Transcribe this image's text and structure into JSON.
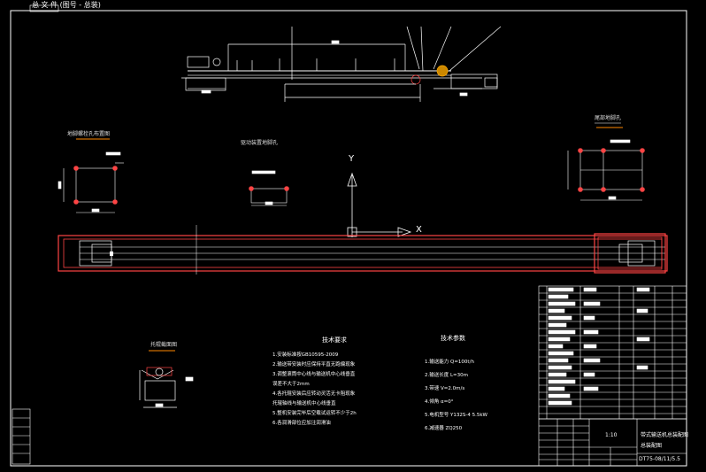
{
  "header": {
    "title": "总 文 件 (图号 - 总装)"
  },
  "axis": {
    "x_label": "X",
    "y_label": "Y"
  },
  "section_labels": {
    "left_detail": "地脚螺栓孔布置图",
    "mid_detail": "驱动装置地脚孔",
    "right_detail": "尾部地脚孔",
    "bottom_detail": "托辊截面图"
  },
  "notes": {
    "tech_title": "技术要求",
    "tech_items": [
      "1.安装标准按GB10595-2009",
      "2.输送带安装时应保持平直无跑偏现象",
      "3.调整滚筒中心线与输送机中心线垂直",
      "   误差不大于2mm",
      "4.各托辊安装后应转动灵活无卡阻现象",
      "   托辊轴线与输送机中心线垂直",
      "5.整机安装完毕后空载试运转不少于2h",
      "6.各润滑部位应加注润滑油"
    ],
    "param_title": "技术参数",
    "param_items": [
      "1.输送能力 Q=100t/h",
      "2.输送长度 L=30m",
      "3.带速 V=2.0m/s",
      "4.倾角 α=0°",
      "5.电机型号 Y132S-4 5.5kW",
      "6.减速器 ZQ250"
    ]
  },
  "title_block": {
    "drawing_title": "带式输送机总装配图",
    "drawing_subtitle": "总装配图",
    "scale": "1:10",
    "drawing_no": "DT75-08/11/5.5"
  }
}
